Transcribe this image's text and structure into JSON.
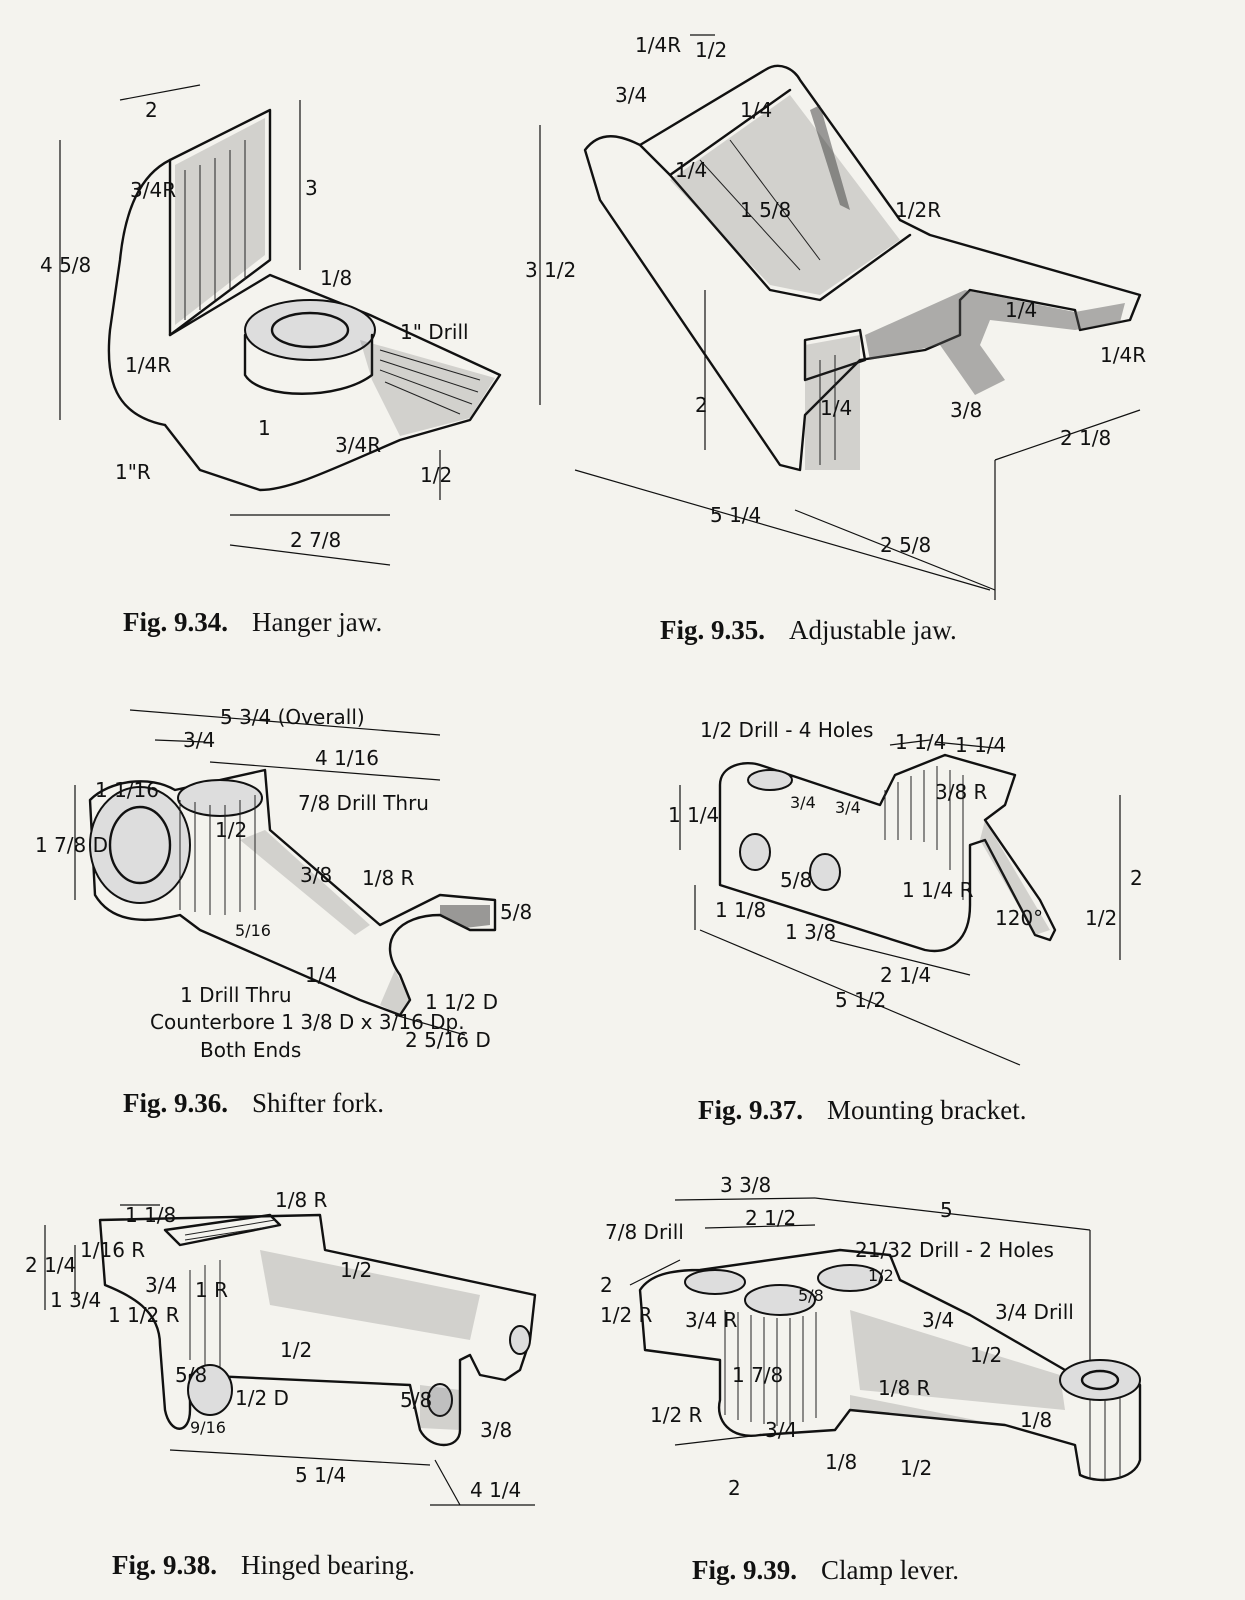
{
  "figures": [
    {
      "id": "9.34",
      "number": "Fig. 9.34.",
      "title": "Hanger jaw.",
      "dims": {
        "width_top": "2",
        "height": "3",
        "fillet": "3/4R",
        "total_height": "4 5/8",
        "thickness": "1/8",
        "drill": "1\" Drill",
        "corner_r": "1/4R",
        "boss_w": "1",
        "lip_r": "3/4R",
        "base_r": "1\"R",
        "lip_h": "1/2",
        "length": "2 7/8"
      }
    },
    {
      "id": "9.35",
      "number": "Fig. 9.35.",
      "title": "Adjustable jaw.",
      "dims": {
        "top_r": "1/4R",
        "slot_w": "1/2",
        "top_h": "3/4",
        "slot_depth": "1/4",
        "slot_h2": "1/4",
        "web": "1 5/8",
        "web_r": "1/2R",
        "height": "3 1/2",
        "rail": "1/4",
        "rail_r": "1/4R",
        "rise": "2",
        "tongue": "1/4",
        "tongue_w": "3/8",
        "depth": "2 1/8",
        "length": "5 1/4",
        "half_len": "2 5/8"
      }
    },
    {
      "id": "9.36",
      "number": "Fig. 9.36.",
      "title": "Shifter fork.",
      "dims": {
        "overall": "5 3/4 (Overall)",
        "offset": "3/4",
        "span": "4 1/16",
        "drill": "7/8 Drill Thru",
        "hub_r": "1 1/16",
        "hub_d": "1 7/8 D",
        "hub_h": "1/2",
        "rib": "3/8",
        "rib_r": "1/8 R",
        "fork_h": "5/8",
        "fork_web": "5/16",
        "base_t": "1/4",
        "bore_note_1": "1 Drill Thru",
        "bore_note_2": "Counterbore 1 3/8 D x 3/16 Dp.",
        "bore_note_3": "Both Ends",
        "fork_d": "1 1/2 D",
        "outer_d": "2 5/16 D"
      }
    },
    {
      "id": "9.37",
      "number": "Fig. 9.37.",
      "title": "Mounting bracket.",
      "dims": {
        "drill": "1/2 Drill - 4 Holes",
        "tab1": "1 1/4",
        "tab2": "1 1/4",
        "height_a": "1 1/4",
        "hole_off": "3/4",
        "hole_off2": "3/4",
        "flange_r": "3/8 R",
        "bend_r": "1 1/4 R",
        "hole_sp": "5/8",
        "height": "2",
        "edge1": "1 1/8",
        "edge2": "1 3/8",
        "angle": "120°",
        "lip": "1/2",
        "mid": "2 1/4",
        "length": "5 1/2"
      }
    },
    {
      "id": "9.38",
      "number": "Fig. 9.38.",
      "title": "Hinged bearing.",
      "dims": {
        "lug": "1 1/8",
        "top_r": "1/8 R",
        "height": "2 1/4",
        "inner_r": "1/16 R",
        "h2": "1 3/4",
        "rib_t": "3/4",
        "fillet": "1 R",
        "boss_r": "1 1/2 R",
        "rib_h": "1/2",
        "web_h": "1/2",
        "eye_h": "5/8",
        "hole_d": "1/2 D",
        "eye_t": "9/16",
        "ear_h": "5/8",
        "ear_w": "3/8",
        "length": "5 1/4",
        "depth": "4 1/4"
      }
    },
    {
      "id": "9.39",
      "number": "Fig. 9.39.",
      "title": "Clamp lever.",
      "dims": {
        "span1": "3 3/8",
        "overall": "5",
        "span2": "2 1/2",
        "drill_a": "7/8 Drill",
        "drill_b": "21/32 Drill - 2 Holes",
        "width": "2",
        "boss_r": "1/2 R",
        "boss_r2": "3/4 R",
        "pad": "5/8",
        "boss_h": "1/2",
        "drill_c": "3/4 Drill",
        "arm": "3/4",
        "arm_h": "1/2",
        "fillet": "1/8 R",
        "height": "1 7/8",
        "step": "3/4",
        "end_r": "1/2 R",
        "base": "2",
        "rib": "1/8",
        "rib_h": "1/2",
        "end_h": "1/8"
      }
    }
  ]
}
